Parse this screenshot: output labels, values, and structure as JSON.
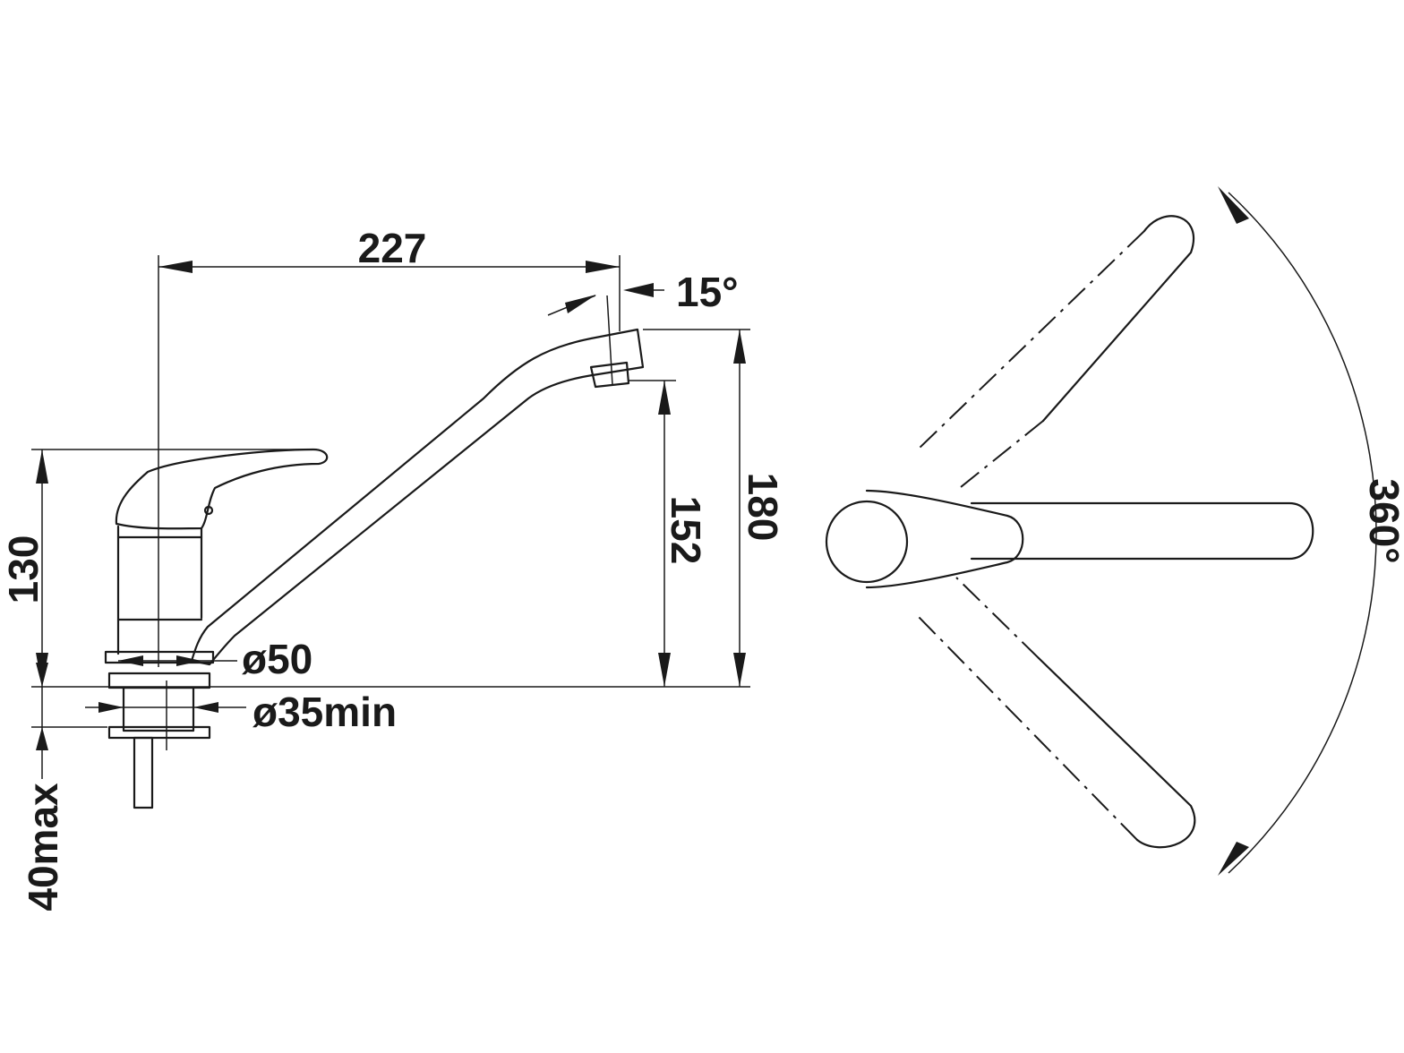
{
  "dimensions": {
    "spout_reach": "227",
    "spout_angle": "15°",
    "outlet_height": "152",
    "total_height": "180",
    "body_height": "130",
    "body_diameter": "ø50",
    "hole_diameter": "ø35min",
    "counter_thickness": "40max",
    "swivel_range": "360°"
  },
  "colors": {
    "line": "#1a1a1a",
    "background": "#ffffff"
  }
}
